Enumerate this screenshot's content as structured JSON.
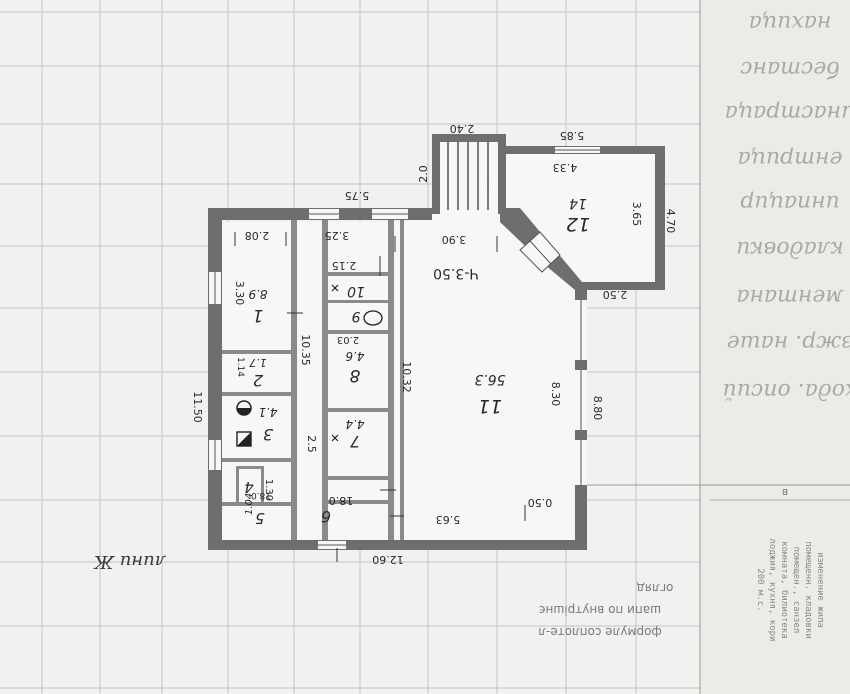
{
  "colors": {
    "background": "#f1f1ef",
    "grid": "#c4c4c4",
    "wall": "#6e6e6e",
    "ink": "#2a2a2a"
  },
  "rooms": {
    "r1": {
      "num": "1",
      "area": "8.9"
    },
    "r2": {
      "num": "2",
      "area": "1.7"
    },
    "r3": {
      "num": "3",
      "area": "4.1"
    },
    "r4": {
      "num": "4",
      "area": ""
    },
    "r5": {
      "num": "5",
      "area": "1.04"
    },
    "r6": {
      "num": "6",
      "area": ""
    },
    "r7": {
      "num": "7",
      "area": "4.4"
    },
    "r8": {
      "num": "8",
      "area": "4.6"
    },
    "r9": {
      "num": "9",
      "area": ""
    },
    "r10": {
      "num": "10",
      "area": ""
    },
    "r11": {
      "num": "11",
      "area": "56.3"
    },
    "r12": {
      "num": "12",
      "area": "14"
    }
  },
  "dimensions": {
    "d_2_40": "2.40",
    "d_5_85": "5.85",
    "d_4_33": "4.33",
    "d_2_0": "2.0",
    "d_5_75": "5.75",
    "d_3_65": "3.65",
    "d_4_70": "4.70",
    "d_2_08": "2.08",
    "d_3_25": "3.25",
    "d_3_90": "3.90",
    "d_2_15": "2.15",
    "d_3_30": "3.30",
    "d_2_50": "2.50",
    "d_2_03": "2.03",
    "d_10_35": "10.35",
    "d_10_32": "10.32",
    "d_8_30": "8.30",
    "d_8_80": "8.80",
    "d_11_50": "11.50",
    "d_1_14": "1.14",
    "d_2_5": "2.5",
    "d_1_30": "1.30",
    "d_0_50": "0.50",
    "d_5_63": "5.63",
    "d_12_60": "12.60",
    "d_18_0a": "18.0",
    "d_18_0b": "18.0"
  },
  "center_label": "Ч-3.50",
  "signature": "лини Ж",
  "margin_notes": [
    "огляд",
    "шапи по внутрішнє",
    "формуле соплоте-л"
  ],
  "stamp_lines": [
    "изменение жила",
    "помещенн. кладовки",
    "помещен., санзел",
    "комната, билиотека",
    "лоджия, кухня, кори",
    "200 м.с."
  ],
  "stamp_letter": "в",
  "handwriting_right": [
    "нахица",
    "бестанс",
    "инастраца",
    "ентрица",
    "инпацир",
    "кладовки",
    "ментана",
    "зжр. наше",
    "хода. опсий"
  ]
}
